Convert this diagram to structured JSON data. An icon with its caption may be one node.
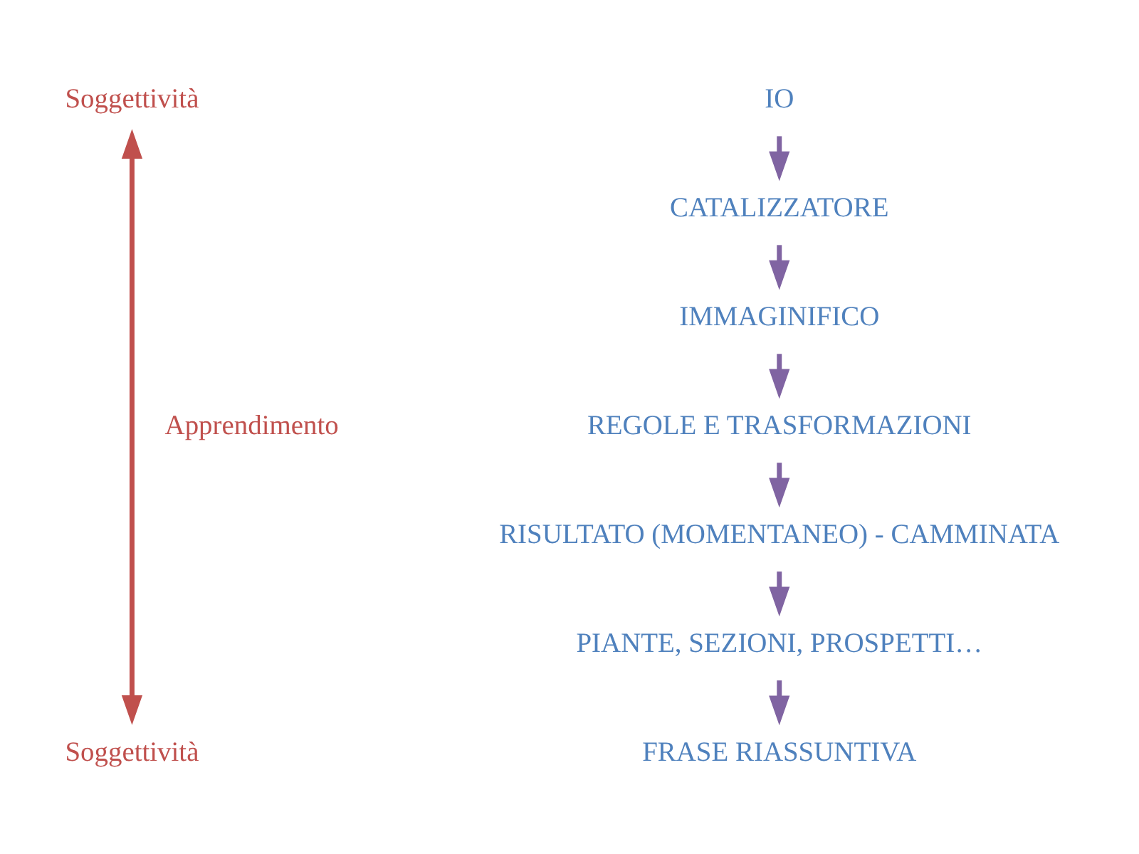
{
  "diagram": {
    "nodes": [
      {
        "text": [
          "Soggettività"
        ]
      },
      {
        "text": [
          "Soggettività"
        ]
      },
      {
        "text": [
          "IO"
        ]
      },
      {
        "text": [
          "CATALIZZATORE"
        ]
      },
      {
        "text": [
          "IMMAGINIFICO"
        ]
      },
      {
        "text": [
          "REGOLE E TRASFORMAZIONI"
        ]
      },
      {
        "text": [
          "RISULTATO (MOMENTANEO) - CAMMINATA"
        ]
      },
      {
        "text": [
          "PIANTE, SEZIONI, PROSPETTI…"
        ]
      },
      {
        "text": [
          "FRASE RIASSUNTIVA"
        ]
      }
    ],
    "edges": [
      {
        "from": 0,
        "to": 1,
        "arrow": "both",
        "label": "Apprendimento",
        "color": "#c0504d"
      },
      {
        "from": 2,
        "to": 3,
        "arrow": "to"
      },
      {
        "from": 3,
        "to": 4,
        "arrow": "to"
      },
      {
        "from": 4,
        "to": 5,
        "arrow": "to"
      },
      {
        "from": 5,
        "to": 6,
        "arrow": "to"
      },
      {
        "from": 6,
        "to": 7,
        "arrow": "to"
      },
      {
        "from": 7,
        "to": 8,
        "arrow": "to"
      }
    ]
  }
}
